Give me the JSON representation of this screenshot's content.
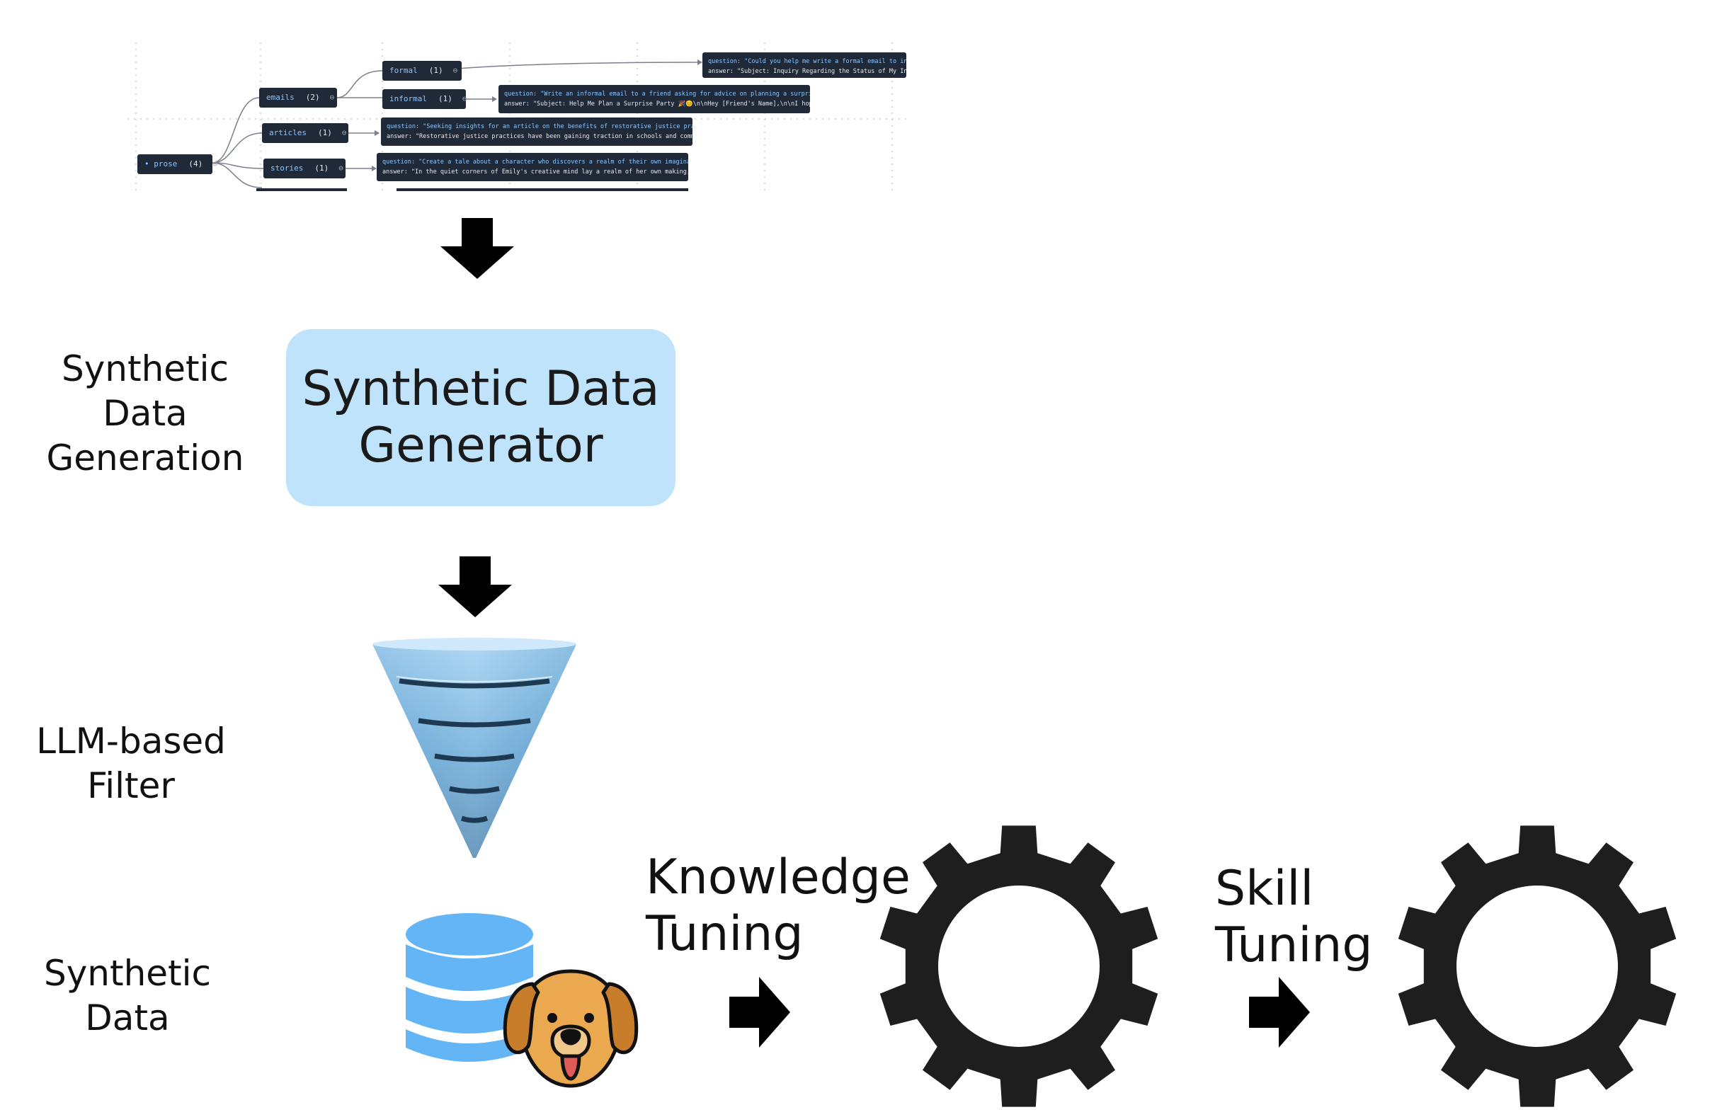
{
  "tree": {
    "root": {
      "label": "• prose",
      "count": "(4)"
    },
    "branches": [
      {
        "label": "emails",
        "count": "(2)"
      },
      {
        "label": "articles",
        "count": "(1)"
      },
      {
        "label": "stories",
        "count": "(1)"
      }
    ],
    "subbranches": [
      {
        "label": "formal",
        "count": "(1)"
      },
      {
        "label": "informal",
        "count": "(1)"
      }
    ],
    "leaves": [
      {
        "question": "question: \"Could you help me write a formal email to inquir",
        "answer": "answer: \"Subject: Inquiry Regarding the Status of My Intern"
      },
      {
        "question": "question: \"Write an informal email to a friend asking for advice on planning a surprise pa…",
        "answer": "answer: \"Subject: Help Me Plan a Surprise Party 🎉😊\\n\\nHey [Friend's Name],\\n\\nI hope you…"
      },
      {
        "question": "question: \"Seeking insights for an article on the benefits of restorative justice practice…",
        "answer": "answer: \"Restorative justice practices have been gaining traction in schools and communiti…"
      },
      {
        "question": "question: \"Create a tale about a character who discovers a realm of their own imagination,…",
        "answer": "answer: \"In the quiet corners of Emily's creative mind lay a realm of her own making, a wo…"
      }
    ]
  },
  "labels": {
    "generation": [
      "Synthetic",
      "Data",
      "Generation"
    ],
    "filter": [
      "LLM-based",
      "Filter"
    ],
    "data": [
      "Synthetic",
      "Data"
    ]
  },
  "generator": {
    "line1": "Synthetic Data",
    "line2": "Generator"
  },
  "knowledge_tuning": {
    "line1": "Knowledge",
    "line2": "Tuning"
  },
  "skill_tuning": {
    "line1": "Skill",
    "line2": "Tuning"
  },
  "colors": {
    "generator_box": "#bfe3fa",
    "node_bg": "#1f2937",
    "node_text": "#8cc6ff",
    "database": "#64b5f6",
    "gear": "#1e1e1e",
    "dog": "#e9a84c"
  },
  "icons": [
    "arrow-down-icon",
    "funnel-icon",
    "database-icon",
    "dog-icon",
    "arrow-right-icon",
    "gear-icon"
  ]
}
